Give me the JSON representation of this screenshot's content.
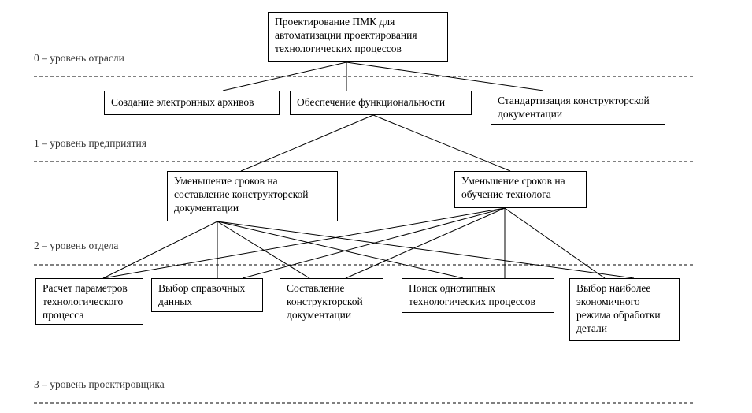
{
  "levels": [
    "0 – уровень отрасли",
    "1 – уровень предприятия",
    "2 – уровень отдела",
    "3 – уровень проектировщика"
  ],
  "nodes": {
    "root": "Проектирование ПМК для автоматизации проектирования технологических процессов",
    "archives": "Создание электронных архивов",
    "functionality": "Обеспечение функциональности",
    "standardization": "Стандартизация конструкторской документации",
    "reduce_docs": "Уменьшение сроков на составление конструкторской документации",
    "reduce_training": "Уменьшение сроков на обучение технолога",
    "calc_params": "Расчет параметров технологического процесса",
    "select_ref": "Выбор справочных данных",
    "compose_docs": "Составление конструкторской документации",
    "search_similar": "Поиск однотипных технологических процессов",
    "select_mode": "Выбор наиболее экономичного режима обработки детали"
  }
}
